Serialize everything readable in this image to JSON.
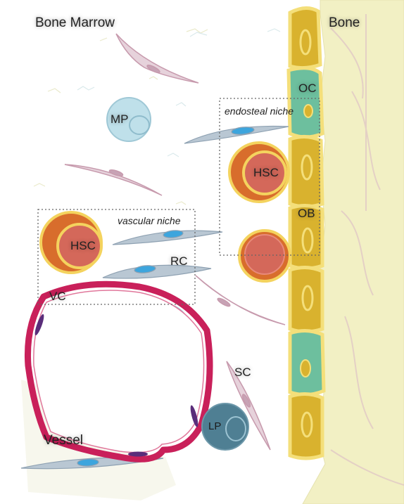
{
  "labels": {
    "bone_marrow": "Bone Marrow",
    "bone": "Bone",
    "oc": "OC",
    "ob": "OB",
    "mp": "MP",
    "hsc_endosteal": "HSC",
    "hsc_vascular": "HSC",
    "endosteal_niche": "endosteal niche",
    "vascular_niche": "vascular niche",
    "rc": "RC",
    "vc": "VC",
    "sc": "SC",
    "lp": "LP",
    "vessel": "Vessel"
  },
  "colors": {
    "bone": "#f2f0c4",
    "osteoblast": "#d9b22e",
    "osteoclast": "#6dbf9e",
    "hsc_outer": "#d86d2c",
    "hsc_inner": "#d4685a",
    "hsc_ring": "#f4d35e",
    "vessel": "#c9205a",
    "macrophage": "#bfe0ea",
    "lymphoid": "#4f7f93",
    "reticular": "#b9c7d3",
    "stromal": "#d7b9c8"
  }
}
